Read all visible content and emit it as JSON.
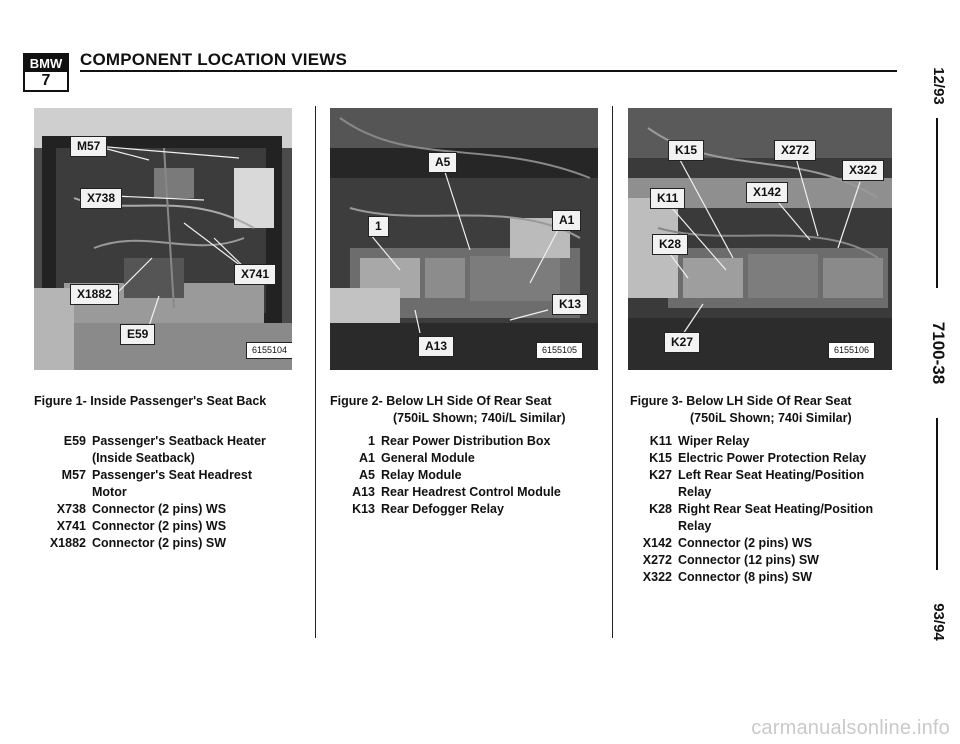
{
  "header": {
    "logo_top": "BMW",
    "logo_bottom": "7",
    "title": "COMPONENT LOCATION VIEWS"
  },
  "margin": {
    "date_top": "12/93",
    "page_number": "7100-38",
    "date_bottom": "93/94"
  },
  "figures": [
    {
      "caption_line1": "Figure 1-  Inside Passenger's Seat Back",
      "caption_line2": "",
      "photo_number": "6155104",
      "callouts": [
        "M57",
        "X738",
        "X741",
        "X1882",
        "E59"
      ],
      "legend": [
        {
          "code": "E59",
          "desc": "Passenger's Seatback Heater"
        },
        {
          "code": "",
          "desc": "(Inside Seatback)"
        },
        {
          "code": "M57",
          "desc": "Passenger's Seat Headrest"
        },
        {
          "code": "",
          "desc": "Motor"
        },
        {
          "code": "X738",
          "desc": "Connector (2 pins) WS"
        },
        {
          "code": "X741",
          "desc": "Connector (2 pins) WS"
        },
        {
          "code": "X1882",
          "desc": "Connector (2 pins) SW"
        }
      ]
    },
    {
      "caption_line1": "Figure 2-  Below LH Side Of Rear Seat",
      "caption_line2": "(750iL Shown; 740i/L Similar)",
      "photo_number": "6155105",
      "callouts": [
        "A5",
        "1",
        "A1",
        "K13",
        "A13"
      ],
      "legend": [
        {
          "code": "1",
          "desc": "Rear Power Distribution Box"
        },
        {
          "code": "A1",
          "desc": "General Module"
        },
        {
          "code": "A5",
          "desc": "Relay Module"
        },
        {
          "code": "A13",
          "desc": "Rear Headrest Control Module"
        },
        {
          "code": "K13",
          "desc": "Rear Defogger Relay"
        }
      ]
    },
    {
      "caption_line1": "Figure 3-  Below LH Side Of Rear Seat",
      "caption_line2": "(750iL Shown; 740i Similar)",
      "photo_number": "6155106",
      "callouts": [
        "K15",
        "X272",
        "X322",
        "X142",
        "K11",
        "K28",
        "K27"
      ],
      "legend": [
        {
          "code": "K11",
          "desc": "Wiper Relay"
        },
        {
          "code": "K15",
          "desc": "Electric Power Protection Relay"
        },
        {
          "code": "K27",
          "desc": "Left Rear Seat Heating/Position"
        },
        {
          "code": "",
          "desc": "Relay"
        },
        {
          "code": "K28",
          "desc": "Right Rear Seat Heating/Position"
        },
        {
          "code": "",
          "desc": "Relay"
        },
        {
          "code": "X142",
          "desc": "Connector (2 pins) WS"
        },
        {
          "code": "X272",
          "desc": "Connector (12 pins) SW"
        },
        {
          "code": "X322",
          "desc": "Connector (8 pins) SW"
        }
      ]
    }
  ],
  "footer": {
    "watermark": "carmanualsonline.info"
  }
}
